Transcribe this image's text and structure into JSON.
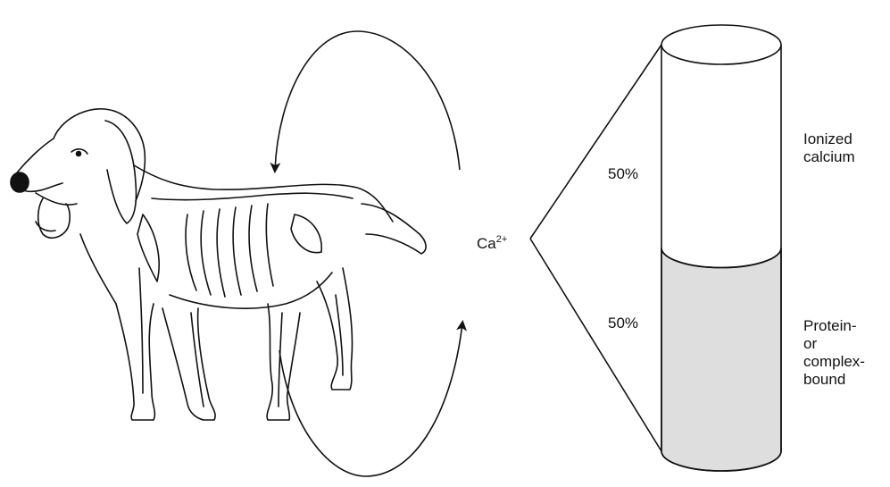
{
  "ion_label": {
    "base": "Ca",
    "charge": "2+"
  },
  "column": {
    "segments": [
      {
        "name": "ionized",
        "percent": "50%",
        "fraction": 0.5,
        "lines": [
          "Ionized",
          "calcium"
        ],
        "fill": "#ffffff"
      },
      {
        "name": "bound",
        "percent": "50%",
        "fraction": 0.5,
        "lines": [
          "Protein-",
          "or",
          "complex-",
          "bound"
        ],
        "fill": "#dedede"
      }
    ]
  },
  "colors": {
    "stroke": "#111111",
    "bound_fill": "#dedede"
  },
  "icons": [
    "dog-skeleton-illustration",
    "cycle-arrow-down",
    "cycle-arrow-up"
  ]
}
